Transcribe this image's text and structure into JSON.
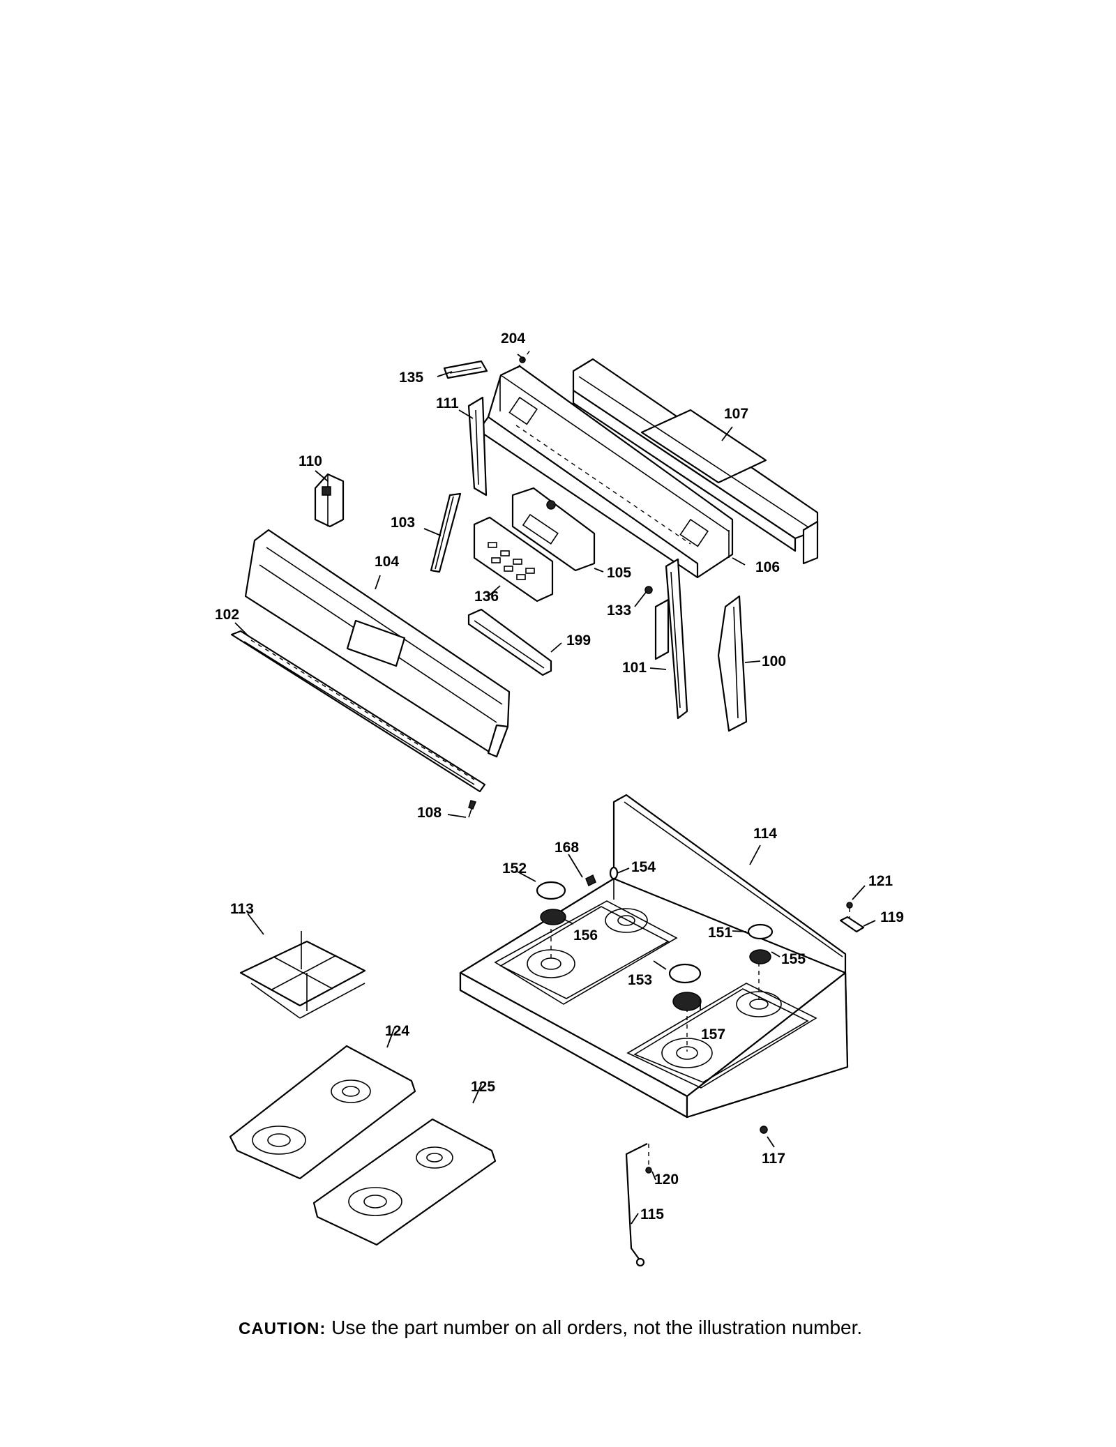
{
  "labels": {
    "l204": "204",
    "l135": "135",
    "l111": "111",
    "l107": "107",
    "l110": "110",
    "l103": "103",
    "l104": "104",
    "l105": "105",
    "l106": "106",
    "l136": "136",
    "l133": "133",
    "l102": "102",
    "l199": "199",
    "l101": "101",
    "l100": "100",
    "l108": "108",
    "l114": "114",
    "l168": "168",
    "l152": "152",
    "l154": "154",
    "l121": "121",
    "l113": "113",
    "l156": "156",
    "l151": "151",
    "l119": "119",
    "l155": "155",
    "l153": "153",
    "l157": "157",
    "l124": "124",
    "l125": "125",
    "l117": "117",
    "l120": "120",
    "l115": "115"
  },
  "caption": {
    "label": "CAUTION:",
    "text": " Use the part number on all orders, not the illustration number."
  }
}
